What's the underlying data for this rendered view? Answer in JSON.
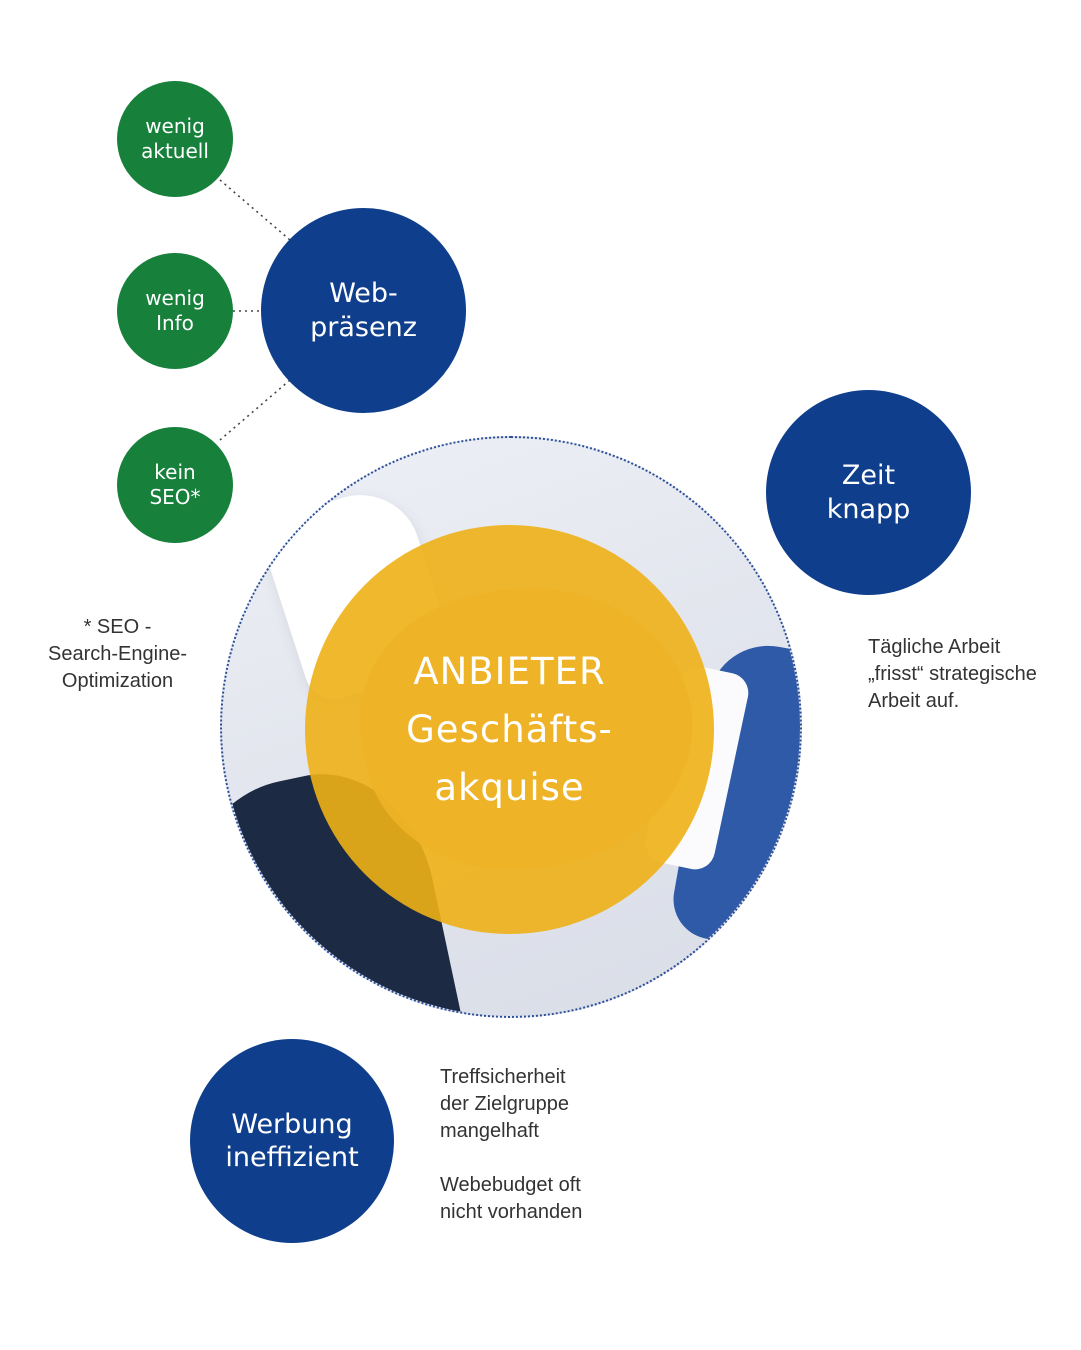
{
  "colors": {
    "green": "#17813c",
    "blue": "#0f3f8c",
    "yellow": "#eeb016",
    "text": "#333333",
    "dotted_line": "#444444"
  },
  "nodes": {
    "wenig_aktuell": [
      "wenig",
      "aktuell"
    ],
    "wenig_info": [
      "wenig",
      "Info"
    ],
    "kein_seo": [
      "kein",
      "SEO*"
    ],
    "webpraesenz": [
      "Web-",
      "präsenz"
    ],
    "zeit_knapp": [
      "Zeit",
      "knapp"
    ],
    "werbung_ineffizient": [
      "Werbung",
      "ineffizient"
    ],
    "center": [
      "ANBIETER",
      "Geschäfts-",
      "akquise"
    ]
  },
  "notes": {
    "seo": [
      "* SEO -",
      "Search-Engine-",
      "Optimization"
    ],
    "zeit": [
      "Tägliche Arbeit",
      "„frisst“ strategische",
      "Arbeit auf."
    ],
    "werbung_1": [
      "Treffsicherheit",
      "der Zielgruppe",
      "mangelhaft"
    ],
    "werbung_2": [
      "Webebudget oft",
      "nicht vorhanden"
    ]
  }
}
